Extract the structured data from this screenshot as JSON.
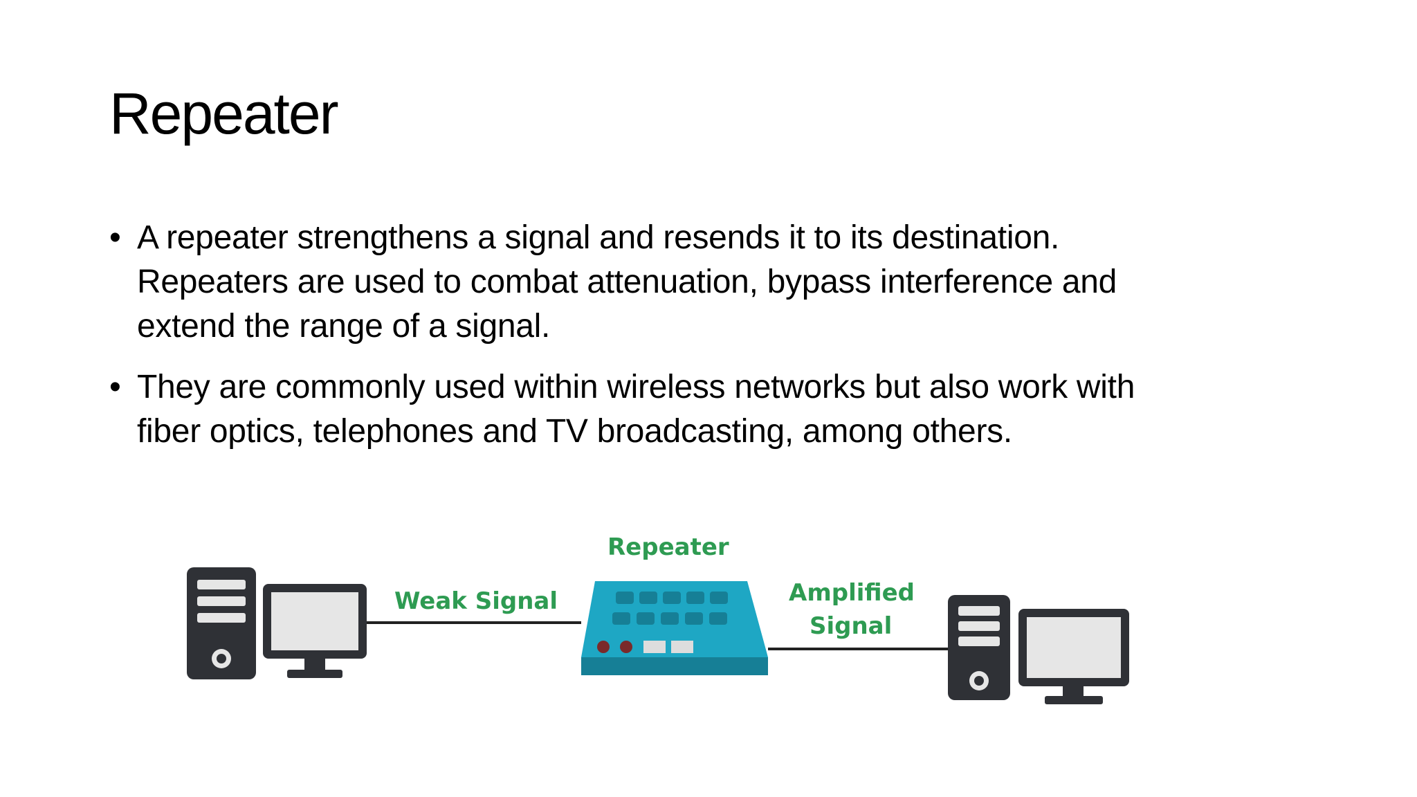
{
  "slide": {
    "title": "Repeater",
    "bullets": [
      {
        "lines": [
          "A repeater strengthens a signal and resends it to its destination.",
          "Repeaters are used to combat attenuation, bypass interference and",
          "extend the range of a signal."
        ]
      },
      {
        "lines": [
          "They are commonly used within wireless networks but also work with",
          "fiber optics, telephones and TV broadcasting, among others."
        ]
      }
    ],
    "bullet_symbol": "•"
  },
  "diagram": {
    "repeater_label": "Repeater",
    "weak_signal_label": "Weak Signal",
    "amplified_signal_label_line1": "Amplified",
    "amplified_signal_label_line2": "Signal",
    "colors": {
      "label_green": "#2e9b52",
      "repeater_body": "#1ea7c4",
      "repeater_dark": "#167f96",
      "computer_dark": "#2f3136",
      "computer_screen": "#e6e6e6",
      "wire": "#222222"
    }
  }
}
